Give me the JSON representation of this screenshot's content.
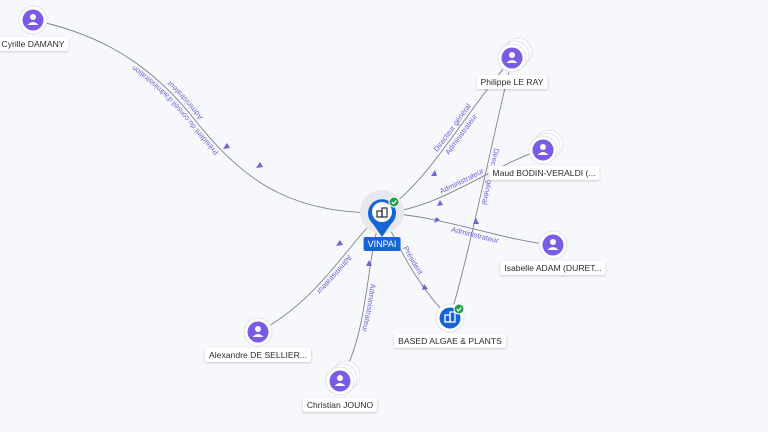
{
  "center": {
    "name": "VINPAI"
  },
  "company": {
    "name": "BASED ALGAE & PLANTS"
  },
  "persons": [
    {
      "id": "cyrille",
      "name": "Cyrille DAMANY"
    },
    {
      "id": "philippe",
      "name": "Philippe LE RAY"
    },
    {
      "id": "maud",
      "name": "Maud BODIN-VERALDI (..."
    },
    {
      "id": "isabelle",
      "name": "Isabelle ADAM (DURET..."
    },
    {
      "id": "alexandre",
      "name": "Alexandre DE SELLIER..."
    },
    {
      "id": "christian",
      "name": "Christian JOUNO"
    }
  ],
  "edges": [
    {
      "id": "cyrille",
      "labels": [
        "Président du conseil d'administration",
        "Administrateur"
      ]
    },
    {
      "id": "philippe",
      "labels": [
        "Directeur général",
        "Administrateur"
      ]
    },
    {
      "id": "maud",
      "labels": [
        "Administrateur"
      ]
    },
    {
      "id": "isabelle",
      "labels": [
        "Administrateur"
      ]
    },
    {
      "id": "alexandre",
      "labels": [
        "Administrateur"
      ]
    },
    {
      "id": "christian",
      "labels": [
        "Administrateur"
      ]
    },
    {
      "id": "based",
      "labels": [
        "Président"
      ]
    },
    {
      "id": "philippe-based",
      "labels": [
        "Directeur général"
      ]
    }
  ],
  "colors": {
    "person": "#7a5be7",
    "company": "#1565d8",
    "verified": "#1e9e4a",
    "edge": "#7e8392",
    "edge_label": "#6f63d9"
  },
  "icons": {
    "person": "person-icon",
    "company": "building-icon",
    "verified": "check-badge-icon"
  }
}
